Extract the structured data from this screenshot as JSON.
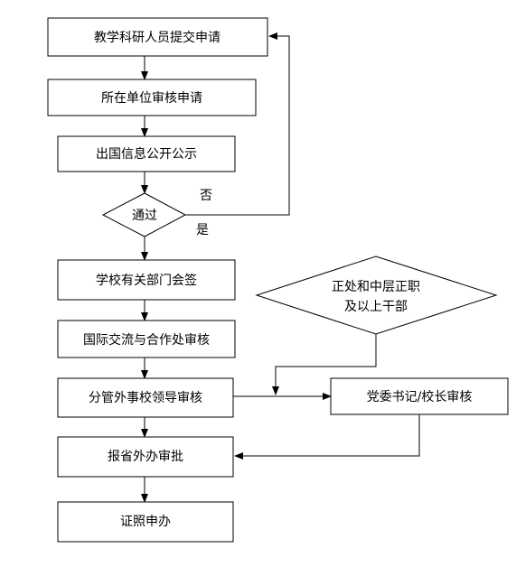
{
  "flowchart": {
    "nodes": {
      "submit": "教学科研人员提交申请",
      "unit_review": "所在单位审核申请",
      "publicity": "出国信息公开公示",
      "pass": "通过",
      "dept_sign": "学校有关部门会签",
      "intl_review": "国际交流与合作处审核",
      "leader_review": "分管外事校领导审核",
      "position_check_line1": "正处和中层正职",
      "position_check_line2": "及以上干部",
      "party_review": "党委书记/校长审核",
      "province_approval": "报省外办审批",
      "passport": "证照申办"
    },
    "branch_labels": {
      "no": "否",
      "yes": "是"
    }
  }
}
